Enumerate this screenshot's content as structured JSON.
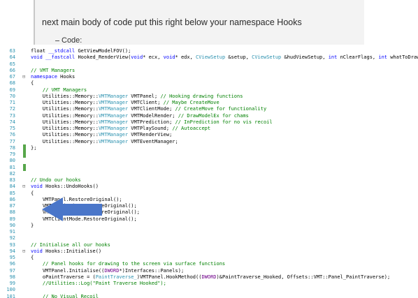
{
  "post": {
    "instruction": "next main body of code put this right below your namespace Hooks",
    "code_label": "Code:"
  },
  "editor": {
    "lines": [
      {
        "n": "63",
        "fold": "",
        "mark": false,
        "tokens": [
          [
            "t",
            "float "
          ],
          [
            "k",
            "__stdcall "
          ],
          [
            "t",
            "GetViewModelFOV();"
          ]
        ]
      },
      {
        "n": "64",
        "fold": "",
        "mark": false,
        "tokens": [
          [
            "k",
            "void "
          ],
          [
            "k",
            "__fastcall "
          ],
          [
            "t",
            "Hooked_RenderView("
          ],
          [
            "k",
            "void"
          ],
          [
            "t",
            "* ecx, "
          ],
          [
            "k",
            "void"
          ],
          [
            "t",
            "* edx, "
          ],
          [
            "y",
            "CViewSetup "
          ],
          [
            "t",
            "&setup, "
          ],
          [
            "y",
            "CViewSetup "
          ],
          [
            "t",
            "&hudViewSetup, "
          ],
          [
            "k",
            "int "
          ],
          [
            "t",
            "nClearFlags, "
          ],
          [
            "k",
            "int "
          ],
          [
            "t",
            "whatToDraw);"
          ]
        ]
      },
      {
        "n": "65",
        "fold": "",
        "mark": false,
        "tokens": []
      },
      {
        "n": "66",
        "fold": "",
        "mark": false,
        "tokens": [
          [
            "c",
            "// VMT Managers"
          ]
        ]
      },
      {
        "n": "67",
        "fold": "⊟",
        "mark": false,
        "tokens": [
          [
            "k",
            "namespace "
          ],
          [
            "t",
            "Hooks"
          ]
        ]
      },
      {
        "n": "68",
        "fold": "",
        "mark": false,
        "tokens": [
          [
            "t",
            "{"
          ]
        ]
      },
      {
        "n": "69",
        "fold": "",
        "mark": false,
        "tokens": [
          [
            "t",
            "    "
          ],
          [
            "c",
            "// VMT Managers"
          ]
        ]
      },
      {
        "n": "70",
        "fold": "",
        "mark": false,
        "tokens": [
          [
            "t",
            "    Utilities::Memory::"
          ],
          [
            "y",
            "VMTManager "
          ],
          [
            "t",
            "VMTPanel; "
          ],
          [
            "c",
            "// Hooking drawing functions"
          ]
        ]
      },
      {
        "n": "71",
        "fold": "",
        "mark": false,
        "tokens": [
          [
            "t",
            "    Utilities::Memory::"
          ],
          [
            "y",
            "VMTManager "
          ],
          [
            "t",
            "VMTClient; "
          ],
          [
            "c",
            "// Maybe CreateMove"
          ]
        ]
      },
      {
        "n": "72",
        "fold": "",
        "mark": false,
        "tokens": [
          [
            "t",
            "    Utilities::Memory::"
          ],
          [
            "y",
            "VMTManager "
          ],
          [
            "t",
            "VMTClientMode; "
          ],
          [
            "c",
            "// CreateMove for functionality"
          ]
        ]
      },
      {
        "n": "73",
        "fold": "",
        "mark": false,
        "tokens": [
          [
            "t",
            "    Utilities::Memory::"
          ],
          [
            "y",
            "VMTManager "
          ],
          [
            "t",
            "VMTModelRender; "
          ],
          [
            "c",
            "// DrawModelEx for chams"
          ]
        ]
      },
      {
        "n": "74",
        "fold": "",
        "mark": false,
        "tokens": [
          [
            "t",
            "    Utilities::Memory::"
          ],
          [
            "y",
            "VMTManager "
          ],
          [
            "t",
            "VMTPrediction; "
          ],
          [
            "c",
            "// InPrediction for no vis recoil"
          ]
        ]
      },
      {
        "n": "75",
        "fold": "",
        "mark": false,
        "tokens": [
          [
            "t",
            "    Utilities::Memory::"
          ],
          [
            "y",
            "VMTManager "
          ],
          [
            "t",
            "VMTPlaySound; "
          ],
          [
            "c",
            "// Autoaccept"
          ]
        ]
      },
      {
        "n": "76",
        "fold": "",
        "mark": false,
        "tokens": [
          [
            "t",
            "    Utilities::Memory::"
          ],
          [
            "y",
            "VMTManager "
          ],
          [
            "t",
            "VMTRenderView;"
          ]
        ]
      },
      {
        "n": "77",
        "fold": "",
        "mark": false,
        "tokens": [
          [
            "t",
            "    Utilities::Memory::"
          ],
          [
            "y",
            "VMTManager "
          ],
          [
            "t",
            "VMTEventManager;"
          ]
        ]
      },
      {
        "n": "78",
        "fold": "",
        "mark": true,
        "tokens": [
          [
            "t",
            "};"
          ]
        ]
      },
      {
        "n": "79",
        "fold": "",
        "mark": true,
        "tokens": []
      },
      {
        "n": "80",
        "fold": "",
        "mark": false,
        "tokens": []
      },
      {
        "n": "81",
        "fold": "",
        "mark": true,
        "tokens": []
      },
      {
        "n": "82",
        "fold": "",
        "mark": false,
        "tokens": []
      },
      {
        "n": "83",
        "fold": "",
        "mark": false,
        "tokens": [
          [
            "c",
            "// Undo our hooks"
          ]
        ]
      },
      {
        "n": "84",
        "fold": "⊟",
        "mark": false,
        "tokens": [
          [
            "k",
            "void "
          ],
          [
            "t",
            "Hooks::UndoHooks()"
          ]
        ]
      },
      {
        "n": "85",
        "fold": "",
        "mark": false,
        "tokens": [
          [
            "t",
            "{"
          ]
        ]
      },
      {
        "n": "86",
        "fold": "",
        "mark": false,
        "tokens": [
          [
            "t",
            "    VMTPanel.RestoreOriginal();"
          ]
        ]
      },
      {
        "n": "87",
        "fold": "",
        "mark": false,
        "tokens": [
          [
            "t",
            "    VMTPrediction.RestoreOriginal();"
          ]
        ]
      },
      {
        "n": "88",
        "fold": "",
        "mark": false,
        "tokens": [
          [
            "t",
            "    VMTModelRender.RestoreOriginal();"
          ]
        ]
      },
      {
        "n": "89",
        "fold": "",
        "mark": false,
        "tokens": [
          [
            "t",
            "    VMTClientMode.RestoreOriginal();"
          ]
        ]
      },
      {
        "n": "90",
        "fold": "",
        "mark": false,
        "tokens": [
          [
            "t",
            "}"
          ]
        ]
      },
      {
        "n": "91",
        "fold": "",
        "mark": false,
        "tokens": []
      },
      {
        "n": "92",
        "fold": "",
        "mark": false,
        "tokens": []
      },
      {
        "n": "93",
        "fold": "",
        "mark": false,
        "tokens": [
          [
            "c",
            "// Initialise all our hooks"
          ]
        ]
      },
      {
        "n": "94",
        "fold": "⊟",
        "mark": false,
        "tokens": [
          [
            "k",
            "void "
          ],
          [
            "t",
            "Hooks::Initialise()"
          ]
        ]
      },
      {
        "n": "95",
        "fold": "",
        "mark": false,
        "tokens": [
          [
            "t",
            "{"
          ]
        ]
      },
      {
        "n": "96",
        "fold": "",
        "mark": false,
        "tokens": [
          [
            "t",
            "    "
          ],
          [
            "c",
            "// Panel hooks for drawing to the screen via surface functions"
          ]
        ]
      },
      {
        "n": "97",
        "fold": "",
        "mark": false,
        "tokens": [
          [
            "t",
            "    VMTPanel.Initialise(("
          ],
          [
            "m",
            "DWORD"
          ],
          [
            "t",
            "*)Interfaces::Panels);"
          ]
        ]
      },
      {
        "n": "98",
        "fold": "",
        "mark": false,
        "tokens": [
          [
            "t",
            "    oPaintTraverse = ("
          ],
          [
            "y",
            "PaintTraverse_"
          ],
          [
            "t",
            ")VMTPanel.HookMethod(("
          ],
          [
            "m",
            "DWORD"
          ],
          [
            "t",
            ")&PaintTraverse_Hooked, Offsets::VMT::Panel_PaintTraverse);"
          ]
        ]
      },
      {
        "n": "99",
        "fold": "",
        "mark": false,
        "tokens": [
          [
            "t",
            "    "
          ],
          [
            "c",
            "//Utilities::Log(\"Paint Traverse Hooked\");"
          ]
        ]
      },
      {
        "n": "100",
        "fold": "",
        "mark": false,
        "tokens": []
      },
      {
        "n": "101",
        "fold": "",
        "mark": false,
        "tokens": [
          [
            "t",
            "    "
          ],
          [
            "c",
            "// No Visual Recoil"
          ]
        ]
      }
    ],
    "colors": {
      "keyword": "#0000ff",
      "type": "#2b91af",
      "comment": "#008000",
      "string": "#a31515",
      "macro": "#6f008a",
      "arrow": "#4a76c9"
    },
    "arrow_icon": "left-arrow-icon"
  }
}
